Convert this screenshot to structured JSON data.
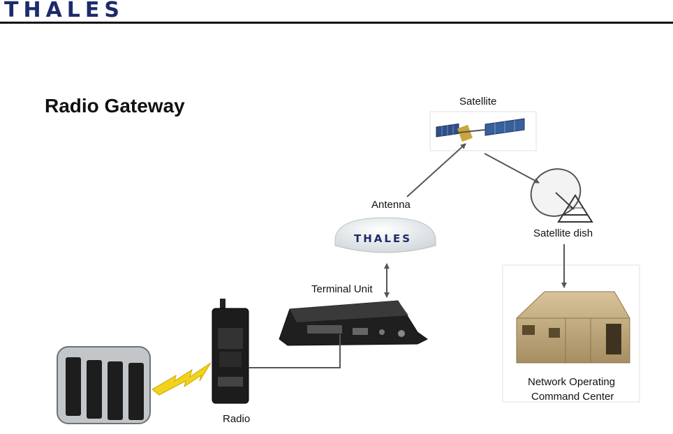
{
  "header": {
    "logo_text": "THALES"
  },
  "title": "Radio Gateway",
  "nodes": {
    "satellite": "Satellite",
    "antenna": "Antenna",
    "antenna_brand": "THALES",
    "satellite_dish": "Satellite dish",
    "terminal_unit": "Terminal Unit",
    "radio": "Radio",
    "noc_line1": "Network Operating",
    "noc_line2": "Command Center"
  },
  "colors": {
    "header_rule": "#111111",
    "brand_blue": "#1d2a6b",
    "arrow": "#555555",
    "lightning": "#f2d21a"
  }
}
